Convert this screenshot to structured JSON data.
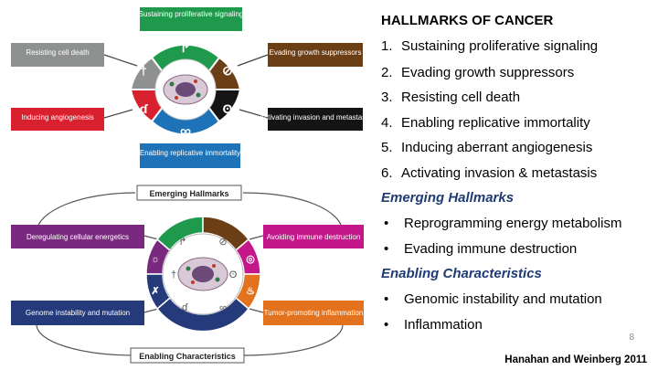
{
  "diagram": {
    "top": {
      "sustaining": "Sustaining proliferative signaling",
      "evading_growth": "Evading growth suppressors",
      "resisting": "Resisting cell death",
      "activating": "Activating invasion and metastasis",
      "inducing": "Inducing angiogenesis",
      "enabling_replicative": "Enabling replicative immortality"
    },
    "bottom": {
      "emerging": "Emerging Hallmarks",
      "deregulating": "Deregulating cellular energetics",
      "avoiding": "Avoiding immune destruction",
      "genome": "Genome instability and mutation",
      "tumor": "Tumor-promoting inflammation",
      "enabling": "Enabling Characteristics"
    },
    "colors": {
      "green": "#1f9a4c",
      "brown": "#6b3e16",
      "black": "#141414",
      "blue": "#1e73b8",
      "red": "#d8202e",
      "gray": "#8f9191",
      "purple": "#7a2a7e",
      "magenta": "#c3178a",
      "navy": "#243a7a",
      "orange": "#e2721e"
    }
  },
  "text": {
    "heading": "HALLMARKS OF CANCER",
    "items": [
      {
        "n": "1.",
        "t": "Sustaining proliferative signaling"
      },
      {
        "n": "2.",
        "t": "Evading growth suppressors"
      },
      {
        "n": "3.",
        "t": "Resisting cell death"
      },
      {
        "n": "4.",
        "t": "Enabling replicative immortality"
      },
      {
        "n": "5.",
        "t": "Inducing aberrant angiogenesis"
      },
      {
        "n": "6.",
        "t": "Activating invasion & metastasis"
      }
    ],
    "emerging_title": "Emerging Hallmarks",
    "emerging": [
      {
        "b": "•",
        "t": "Reprogramming energy metabolism"
      },
      {
        "b": "•",
        "t": "Evading immune destruction"
      }
    ],
    "enabling_title": "Enabling Characteristics",
    "enabling": [
      {
        "b": "•",
        "t": "Genomic instability and mutation"
      },
      {
        "b": "•",
        "t": "Inflammation"
      }
    ],
    "page_number": "8",
    "citation": "Hanahan and Weinberg 2011"
  }
}
